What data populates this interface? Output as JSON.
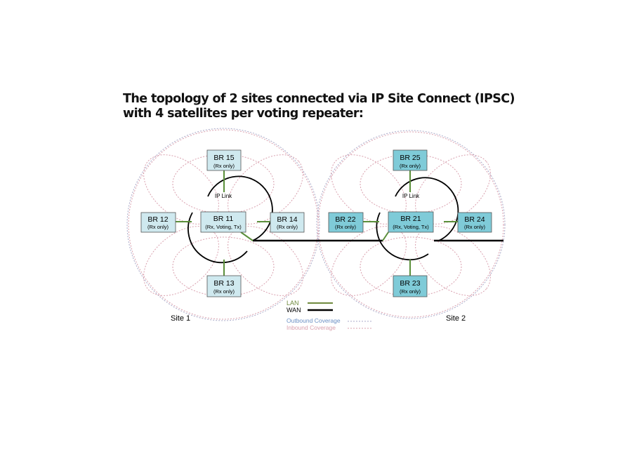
{
  "title": {
    "line1": "The topology of 2 sites connected via IP Site Connect (IPSC)",
    "line2": "with 4 satellites per voting repeater:"
  },
  "sites": [
    {
      "label": "Site 1",
      "ip_link": "IP Link",
      "repeaters": [
        {
          "name": "BR 15",
          "role": "(Rx only)"
        },
        {
          "name": "BR 12",
          "role": "(Rx only)"
        },
        {
          "name": "BR 11",
          "role": "(Rx, Voting, Tx)"
        },
        {
          "name": "BR 14",
          "role": "(Rx only)"
        },
        {
          "name": "BR 13",
          "role": "(Rx only)"
        }
      ]
    },
    {
      "label": "Site 2",
      "ip_link": "IP Link",
      "repeaters": [
        {
          "name": "BR 25",
          "role": "(Rx only)"
        },
        {
          "name": "BR 22",
          "role": "(Rx only)"
        },
        {
          "name": "BR 21",
          "role": "(Rx, Voting, Tx)"
        },
        {
          "name": "BR 24",
          "role": "(Rx only)"
        },
        {
          "name": "BR 23",
          "role": "(Rx only)"
        }
      ]
    }
  ],
  "legend": {
    "lan": "LAN",
    "wan": "WAN",
    "outbound": "Outbound Coverage",
    "inbound": "Inbound Coverage"
  },
  "colors": {
    "lan": "#5a8f3a",
    "wan": "#000000",
    "outbound": "#6a8fc4",
    "inbound": "#d9a0ae",
    "site1_box": "#cfe9ef",
    "site2_box": "#7fcbd8"
  }
}
